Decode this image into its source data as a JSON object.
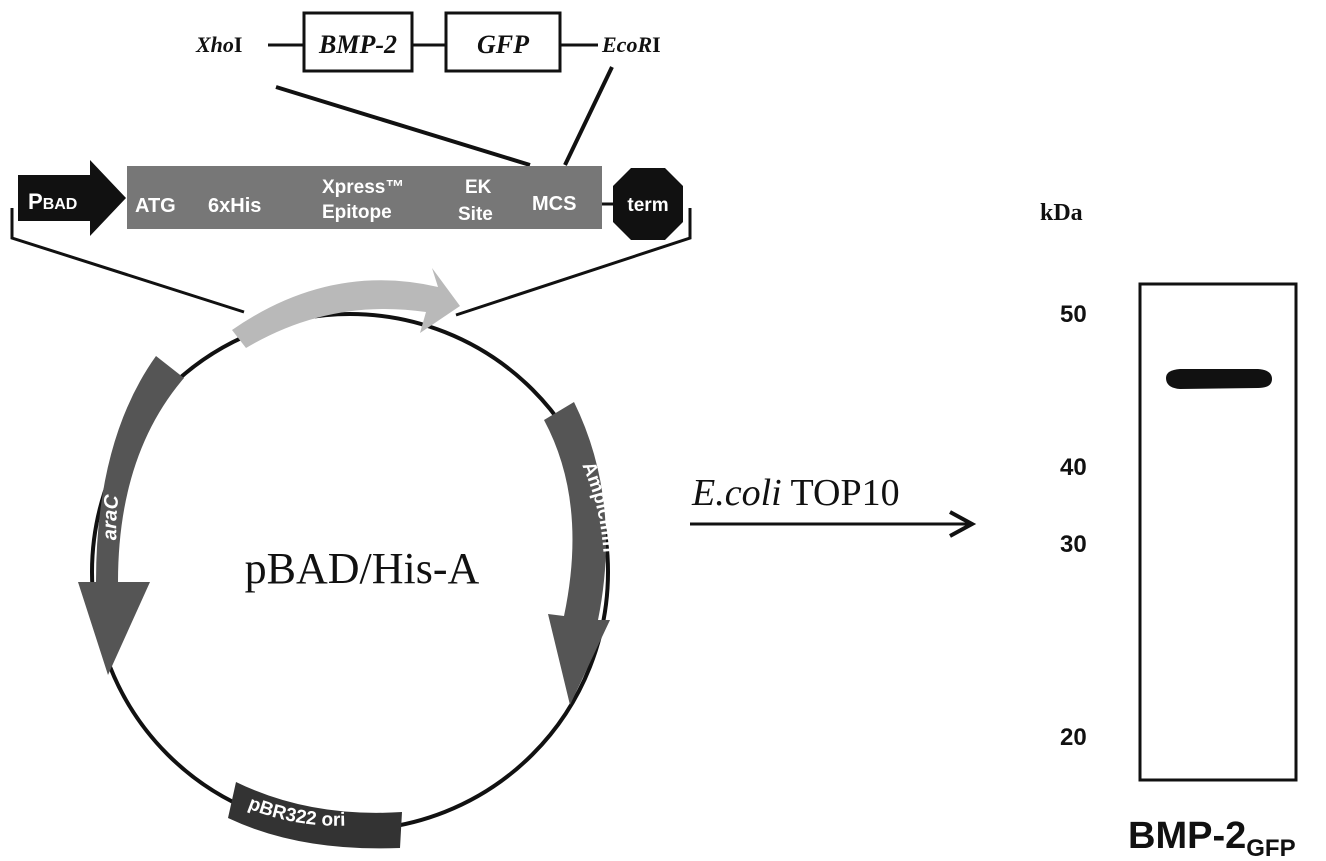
{
  "insert": {
    "xhoI_italic": "Xho",
    "xhoI_suffix": "I",
    "bmp2": "BMP-2",
    "gfp": "GFP",
    "ecoRI_italic": "EcoR",
    "ecoRI_suffix": "I"
  },
  "cassette": {
    "promoter_main": "P",
    "promoter_sub": "BAD",
    "atg": "ATG",
    "his": "6xHis",
    "xpress_line1": "Xpress™",
    "xpress_line2": "Epitope",
    "ek_line1": "EK",
    "ek_line2": "Site",
    "mcs": "MCS",
    "term": "term"
  },
  "plasmid": {
    "name": "pBAD/His-A",
    "araC": "araC",
    "ampicillin": "Ampicillin",
    "ori": "pBR322 ori"
  },
  "transformation": {
    "host_italic": "E.coli",
    "host_rest": " TOP10"
  },
  "blot": {
    "unit": "kDa",
    "markers": [
      "50",
      "40",
      "30",
      "20"
    ],
    "lane_main": "BMP-2",
    "lane_sub": "GFP"
  },
  "colors": {
    "black": "#111111",
    "dark_gray": "#555555",
    "medium_gray": "#7a7a7a",
    "light_gray": "#b9b9b9"
  }
}
